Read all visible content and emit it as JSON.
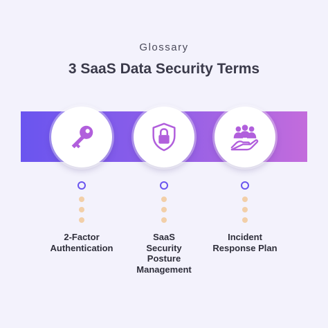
{
  "header": {
    "eyebrow": "Glossary",
    "title": "3 SaaS Data Security Terms"
  },
  "terms": [
    {
      "label_lines": [
        "2-Factor",
        "Authentication"
      ],
      "icon": "key-icon"
    },
    {
      "label_lines": [
        "SaaS",
        "Security",
        "Posture",
        "Management"
      ],
      "icon": "shield-lock-icon"
    },
    {
      "label_lines": [
        "Incident",
        "Response Plan"
      ],
      "icon": "group-hand-icon"
    }
  ],
  "colors": {
    "band_start": "#6a55ef",
    "band_end": "#c36cdc",
    "icon": "#b15fdc",
    "ring": "#6a55ef",
    "dot": "#f2cfa8"
  }
}
